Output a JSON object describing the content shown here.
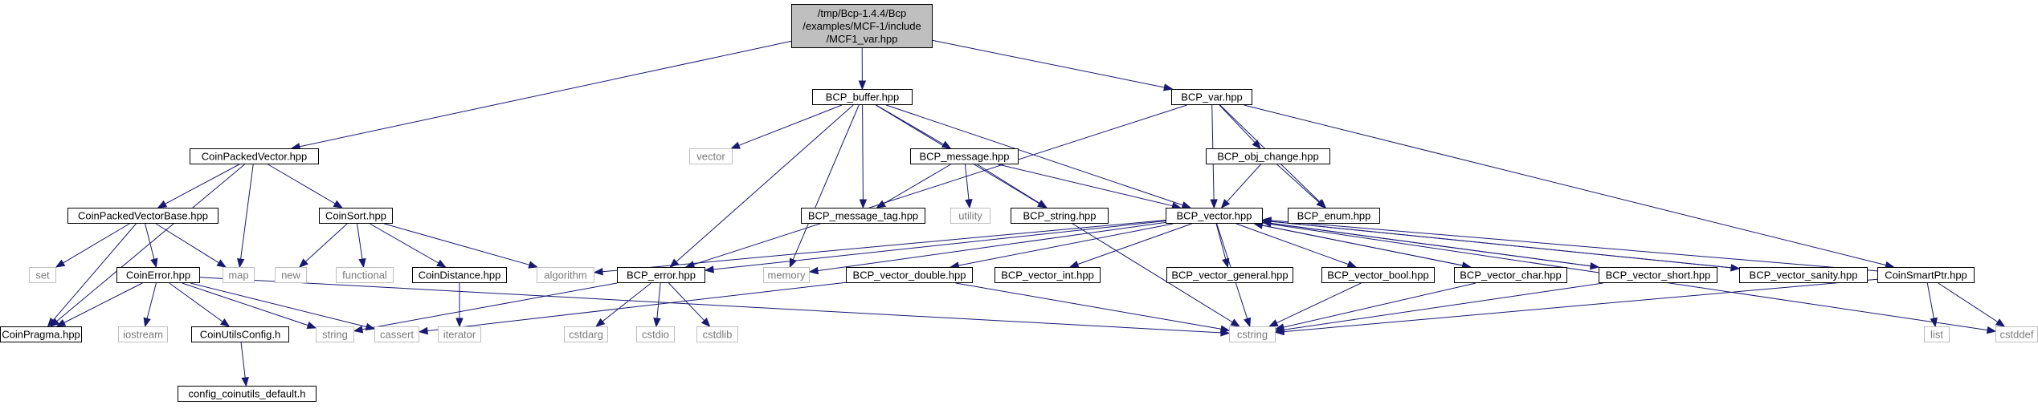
{
  "colors": {
    "edge": "#191970",
    "root_fill": "#bfbfbf",
    "node_stroke": "#000000",
    "sys_stroke": "#bfbfbf",
    "sys_text": "#7a7a7a"
  },
  "nodes": [
    {
      "id": "root",
      "lines": [
        "/tmp/Bcp-1.4.4/Bcp",
        "/examples/MCF-1/include",
        "/MCF1_var.hpp"
      ],
      "kind": "root"
    },
    {
      "id": "coinpackedvector",
      "lines": [
        "CoinPackedVector.hpp"
      ],
      "kind": "local"
    },
    {
      "id": "bcp_buffer",
      "lines": [
        "BCP_buffer.hpp"
      ],
      "kind": "local"
    },
    {
      "id": "bcp_var",
      "lines": [
        "BCP_var.hpp"
      ],
      "kind": "local"
    },
    {
      "id": "coinpackedvectorbase",
      "lines": [
        "CoinPackedVectorBase.hpp"
      ],
      "kind": "local"
    },
    {
      "id": "coinsort",
      "lines": [
        "CoinSort.hpp"
      ],
      "kind": "local"
    },
    {
      "id": "vector",
      "lines": [
        "vector"
      ],
      "kind": "sys"
    },
    {
      "id": "bcp_message",
      "lines": [
        "BCP_message.hpp"
      ],
      "kind": "local"
    },
    {
      "id": "bcp_obj_change",
      "lines": [
        "BCP_obj_change.hpp"
      ],
      "kind": "local"
    },
    {
      "id": "set",
      "lines": [
        "set"
      ],
      "kind": "sys"
    },
    {
      "id": "map",
      "lines": [
        "map"
      ],
      "kind": "sys"
    },
    {
      "id": "new",
      "lines": [
        "new"
      ],
      "kind": "sys"
    },
    {
      "id": "functional",
      "lines": [
        "functional"
      ],
      "kind": "sys"
    },
    {
      "id": "bcp_message_tag",
      "lines": [
        "BCP_message_tag.hpp"
      ],
      "kind": "local"
    },
    {
      "id": "utility",
      "lines": [
        "utility"
      ],
      "kind": "sys"
    },
    {
      "id": "bcp_string",
      "lines": [
        "BCP_string.hpp"
      ],
      "kind": "local"
    },
    {
      "id": "bcp_vector",
      "lines": [
        "BCP_vector.hpp"
      ],
      "kind": "local"
    },
    {
      "id": "bcp_enum",
      "lines": [
        "BCP_enum.hpp"
      ],
      "kind": "local"
    },
    {
      "id": "coinerror",
      "lines": [
        "CoinError.hpp"
      ],
      "kind": "local"
    },
    {
      "id": "coindistance",
      "lines": [
        "CoinDistance.hpp"
      ],
      "kind": "local"
    },
    {
      "id": "algorithm",
      "lines": [
        "algorithm"
      ],
      "kind": "sys"
    },
    {
      "id": "bcp_error",
      "lines": [
        "BCP_error.hpp"
      ],
      "kind": "local"
    },
    {
      "id": "memory",
      "lines": [
        "memory"
      ],
      "kind": "sys"
    },
    {
      "id": "bcp_vector_double",
      "lines": [
        "BCP_vector_double.hpp"
      ],
      "kind": "local"
    },
    {
      "id": "bcp_vector_int",
      "lines": [
        "BCP_vector_int.hpp"
      ],
      "kind": "local"
    },
    {
      "id": "bcp_vector_general",
      "lines": [
        "BCP_vector_general.hpp"
      ],
      "kind": "local"
    },
    {
      "id": "bcp_vector_bool",
      "lines": [
        "BCP_vector_bool.hpp"
      ],
      "kind": "local"
    },
    {
      "id": "bcp_vector_char",
      "lines": [
        "BCP_vector_char.hpp"
      ],
      "kind": "local"
    },
    {
      "id": "bcp_vector_short",
      "lines": [
        "BCP_vector_short.hpp"
      ],
      "kind": "local"
    },
    {
      "id": "bcp_vector_sanity",
      "lines": [
        "BCP_vector_sanity.hpp"
      ],
      "kind": "local"
    },
    {
      "id": "coinsmartptr",
      "lines": [
        "CoinSmartPtr.hpp"
      ],
      "kind": "local"
    },
    {
      "id": "coinpragma",
      "lines": [
        "CoinPragma.hpp"
      ],
      "kind": "local"
    },
    {
      "id": "iostream",
      "lines": [
        "iostream"
      ],
      "kind": "sys"
    },
    {
      "id": "coinutilsconfig",
      "lines": [
        "CoinUtilsConfig.h"
      ],
      "kind": "local"
    },
    {
      "id": "string",
      "lines": [
        "string"
      ],
      "kind": "sys"
    },
    {
      "id": "cassert",
      "lines": [
        "cassert"
      ],
      "kind": "sys"
    },
    {
      "id": "iterator",
      "lines": [
        "iterator"
      ],
      "kind": "sys"
    },
    {
      "id": "cstdarg",
      "lines": [
        "cstdarg"
      ],
      "kind": "sys"
    },
    {
      "id": "cstdio",
      "lines": [
        "cstdio"
      ],
      "kind": "sys"
    },
    {
      "id": "cstdlib",
      "lines": [
        "cstdlib"
      ],
      "kind": "sys"
    },
    {
      "id": "cstring",
      "lines": [
        "cstring"
      ],
      "kind": "sys"
    },
    {
      "id": "list",
      "lines": [
        "list"
      ],
      "kind": "sys"
    },
    {
      "id": "cstddef",
      "lines": [
        "cstddef"
      ],
      "kind": "sys"
    },
    {
      "id": "config_coinutils_default",
      "lines": [
        "config_coinutils_default.h"
      ],
      "kind": "local"
    }
  ],
  "edges": [
    [
      "root",
      "coinpackedvector"
    ],
    [
      "root",
      "bcp_buffer"
    ],
    [
      "root",
      "bcp_var"
    ],
    [
      "coinpackedvector",
      "coinpackedvectorbase"
    ],
    [
      "coinpackedvector",
      "coinsort"
    ],
    [
      "coinpackedvector",
      "map"
    ],
    [
      "coinpackedvector",
      "coinpragma"
    ],
    [
      "coinpackedvectorbase",
      "set"
    ],
    [
      "coinpackedvectorbase",
      "map"
    ],
    [
      "coinpackedvectorbase",
      "coinerror"
    ],
    [
      "coinpackedvectorbase",
      "coinpragma"
    ],
    [
      "coinsort",
      "new"
    ],
    [
      "coinsort",
      "functional"
    ],
    [
      "coinsort",
      "coindistance"
    ],
    [
      "coinsort",
      "algorithm"
    ],
    [
      "coinerror",
      "coinpragma"
    ],
    [
      "coinerror",
      "iostream"
    ],
    [
      "coinerror",
      "coinutilsconfig"
    ],
    [
      "coinerror",
      "string"
    ],
    [
      "coinerror",
      "cassert"
    ],
    [
      "coinerror",
      "cstring"
    ],
    [
      "coinutilsconfig",
      "config_coinutils_default"
    ],
    [
      "coindistance",
      "iterator"
    ],
    [
      "bcp_buffer",
      "vector"
    ],
    [
      "bcp_buffer",
      "bcp_message"
    ],
    [
      "bcp_buffer",
      "bcp_message_tag"
    ],
    [
      "bcp_buffer",
      "bcp_string"
    ],
    [
      "bcp_buffer",
      "bcp_vector"
    ],
    [
      "bcp_buffer",
      "bcp_error"
    ],
    [
      "bcp_buffer",
      "memory"
    ],
    [
      "bcp_message",
      "bcp_message_tag"
    ],
    [
      "bcp_message",
      "utility"
    ],
    [
      "bcp_message",
      "bcp_string"
    ],
    [
      "bcp_message",
      "bcp_vector"
    ],
    [
      "bcp_string",
      "cstring"
    ],
    [
      "bcp_var",
      "bcp_obj_change"
    ],
    [
      "bcp_var",
      "bcp_enum"
    ],
    [
      "bcp_var",
      "bcp_vector"
    ],
    [
      "bcp_var",
      "bcp_error"
    ],
    [
      "bcp_var",
      "coinsmartptr"
    ],
    [
      "bcp_obj_change",
      "bcp_enum"
    ],
    [
      "bcp_obj_change",
      "bcp_vector"
    ],
    [
      "bcp_vector",
      "algorithm"
    ],
    [
      "bcp_vector",
      "bcp_error"
    ],
    [
      "bcp_vector",
      "memory"
    ],
    [
      "bcp_vector",
      "bcp_vector_double"
    ],
    [
      "bcp_vector",
      "bcp_vector_int"
    ],
    [
      "bcp_vector",
      "bcp_vector_general"
    ],
    [
      "bcp_vector",
      "bcp_vector_bool"
    ],
    [
      "bcp_vector",
      "bcp_vector_char"
    ],
    [
      "bcp_vector",
      "bcp_vector_short"
    ],
    [
      "bcp_vector",
      "bcp_vector_sanity"
    ],
    [
      "bcp_vector",
      "cstring"
    ],
    [
      "bcp_vector",
      "cstddef"
    ],
    [
      "bcp_error",
      "string"
    ],
    [
      "bcp_error",
      "cstdarg"
    ],
    [
      "bcp_error",
      "cstdio"
    ],
    [
      "bcp_error",
      "cstdlib"
    ],
    [
      "bcp_vector_double",
      "cstring"
    ],
    [
      "bcp_vector_double",
      "cassert"
    ],
    [
      "bcp_vector_bool",
      "cstring"
    ],
    [
      "bcp_vector_char",
      "cstring"
    ],
    [
      "bcp_vector_short",
      "cstring"
    ],
    [
      "bcp_vector_char",
      "bcp_vector"
    ],
    [
      "bcp_vector_short",
      "bcp_vector"
    ],
    [
      "bcp_vector_sanity",
      "bcp_vector"
    ],
    [
      "coinsmartptr",
      "bcp_vector"
    ],
    [
      "coinsmartptr",
      "list"
    ],
    [
      "coinsmartptr",
      "cstddef"
    ],
    [
      "coinsmartptr",
      "cstring"
    ]
  ]
}
